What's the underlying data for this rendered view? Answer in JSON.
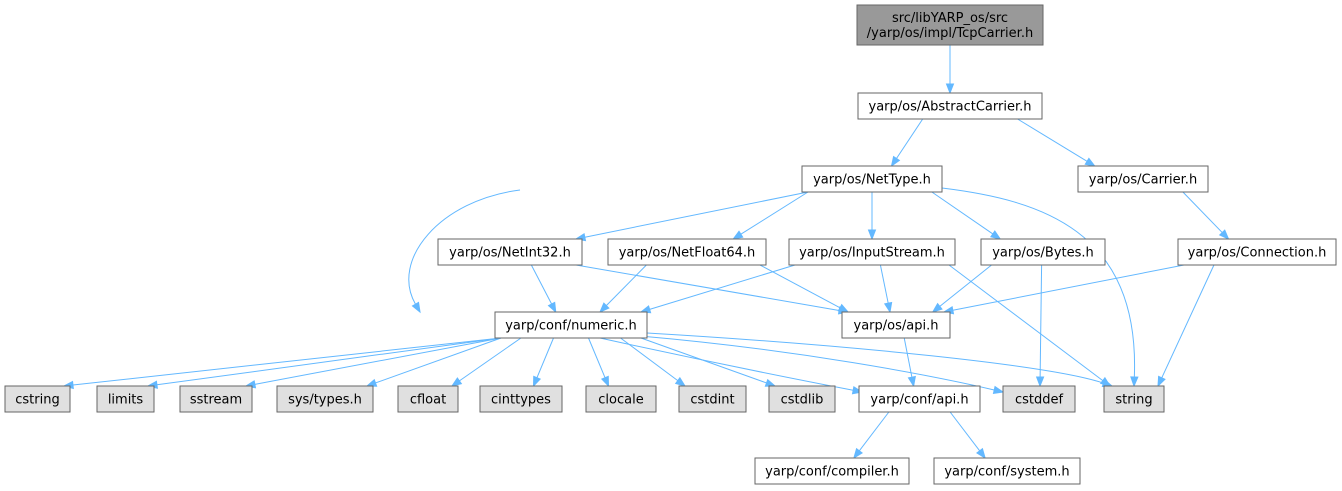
{
  "colors": {
    "root_fill": "#999999",
    "node_fill": "#ffffff",
    "system_fill": "#e0e0e0",
    "node_border": "#666666",
    "edge": "#63b8ff"
  },
  "graph": {
    "nodes": [
      {
        "id": "tcpcarrier",
        "lines": [
          "src/libYARP_os/src",
          "/yarp/os/impl/TcpCarrier.h"
        ],
        "kind": "root"
      },
      {
        "id": "abstractcarrier",
        "lines": [
          "yarp/os/AbstractCarrier.h"
        ],
        "kind": "header"
      },
      {
        "id": "nettype",
        "lines": [
          "yarp/os/NetType.h"
        ],
        "kind": "header"
      },
      {
        "id": "carrier",
        "lines": [
          "yarp/os/Carrier.h"
        ],
        "kind": "header"
      },
      {
        "id": "netint32",
        "lines": [
          "yarp/os/NetInt32.h"
        ],
        "kind": "header"
      },
      {
        "id": "netfloat64",
        "lines": [
          "yarp/os/NetFloat64.h"
        ],
        "kind": "header"
      },
      {
        "id": "inputstream",
        "lines": [
          "yarp/os/InputStream.h"
        ],
        "kind": "header"
      },
      {
        "id": "bytes",
        "lines": [
          "yarp/os/Bytes.h"
        ],
        "kind": "header"
      },
      {
        "id": "connection",
        "lines": [
          "yarp/os/Connection.h"
        ],
        "kind": "header"
      },
      {
        "id": "numeric",
        "lines": [
          "yarp/conf/numeric.h"
        ],
        "kind": "header"
      },
      {
        "id": "osapi",
        "lines": [
          "yarp/os/api.h"
        ],
        "kind": "header"
      },
      {
        "id": "cstring",
        "lines": [
          "cstring"
        ],
        "kind": "system"
      },
      {
        "id": "limits",
        "lines": [
          "limits"
        ],
        "kind": "system"
      },
      {
        "id": "sstream",
        "lines": [
          "sstream"
        ],
        "kind": "system"
      },
      {
        "id": "systypes",
        "lines": [
          "sys/types.h"
        ],
        "kind": "system"
      },
      {
        "id": "cfloat",
        "lines": [
          "cfloat"
        ],
        "kind": "system"
      },
      {
        "id": "cinttypes",
        "lines": [
          "cinttypes"
        ],
        "kind": "system"
      },
      {
        "id": "clocale",
        "lines": [
          "clocale"
        ],
        "kind": "system"
      },
      {
        "id": "cstdint",
        "lines": [
          "cstdint"
        ],
        "kind": "system"
      },
      {
        "id": "cstdlib",
        "lines": [
          "cstdlib"
        ],
        "kind": "system"
      },
      {
        "id": "confapi",
        "lines": [
          "yarp/conf/api.h"
        ],
        "kind": "header"
      },
      {
        "id": "cstddef",
        "lines": [
          "cstddef"
        ],
        "kind": "system"
      },
      {
        "id": "string",
        "lines": [
          "string"
        ],
        "kind": "system"
      },
      {
        "id": "compiler",
        "lines": [
          "yarp/conf/compiler.h"
        ],
        "kind": "header"
      },
      {
        "id": "system",
        "lines": [
          "yarp/conf/system.h"
        ],
        "kind": "header"
      }
    ],
    "edges": [
      {
        "from": "tcpcarrier",
        "to": "abstractcarrier"
      },
      {
        "from": "abstractcarrier",
        "to": "nettype"
      },
      {
        "from": "abstractcarrier",
        "to": "carrier"
      },
      {
        "from": "nettype",
        "to": "netint32"
      },
      {
        "from": "nettype",
        "to": "netfloat64"
      },
      {
        "from": "nettype",
        "to": "inputstream"
      },
      {
        "from": "nettype",
        "to": "bytes"
      },
      {
        "from": "nettype",
        "to": "numeric"
      },
      {
        "from": "nettype",
        "to": "string"
      },
      {
        "from": "carrier",
        "to": "connection"
      },
      {
        "from": "netint32",
        "to": "numeric"
      },
      {
        "from": "netint32",
        "to": "osapi"
      },
      {
        "from": "netfloat64",
        "to": "numeric"
      },
      {
        "from": "netfloat64",
        "to": "osapi"
      },
      {
        "from": "inputstream",
        "to": "numeric"
      },
      {
        "from": "inputstream",
        "to": "osapi"
      },
      {
        "from": "inputstream",
        "to": "string"
      },
      {
        "from": "bytes",
        "to": "osapi"
      },
      {
        "from": "bytes",
        "to": "cstddef"
      },
      {
        "from": "connection",
        "to": "osapi"
      },
      {
        "from": "connection",
        "to": "string"
      },
      {
        "from": "numeric",
        "to": "cstring"
      },
      {
        "from": "numeric",
        "to": "limits"
      },
      {
        "from": "numeric",
        "to": "sstream"
      },
      {
        "from": "numeric",
        "to": "systypes"
      },
      {
        "from": "numeric",
        "to": "cfloat"
      },
      {
        "from": "numeric",
        "to": "cinttypes"
      },
      {
        "from": "numeric",
        "to": "clocale"
      },
      {
        "from": "numeric",
        "to": "cstdint"
      },
      {
        "from": "numeric",
        "to": "cstdlib"
      },
      {
        "from": "numeric",
        "to": "confapi"
      },
      {
        "from": "numeric",
        "to": "cstddef"
      },
      {
        "from": "numeric",
        "to": "string"
      },
      {
        "from": "osapi",
        "to": "confapi"
      },
      {
        "from": "confapi",
        "to": "compiler"
      },
      {
        "from": "confapi",
        "to": "system"
      }
    ]
  }
}
